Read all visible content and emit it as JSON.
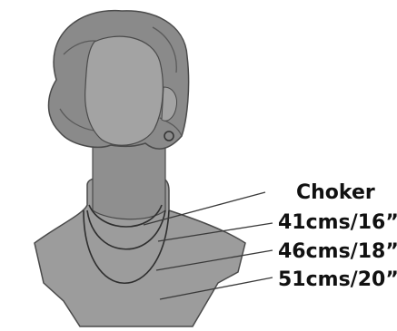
{
  "diagram": {
    "labels": {
      "title": "Choker",
      "length_1": "41cms/16”",
      "length_2": "46cms/18”",
      "length_3": "51cms/20”"
    },
    "colors": {
      "figure_fill": "#9c9c9c",
      "figure_outline": "#4a4a4a",
      "necklace_line": "#2e2e2e",
      "leader_line": "#3a3a3a",
      "background": "#ffffff"
    }
  }
}
